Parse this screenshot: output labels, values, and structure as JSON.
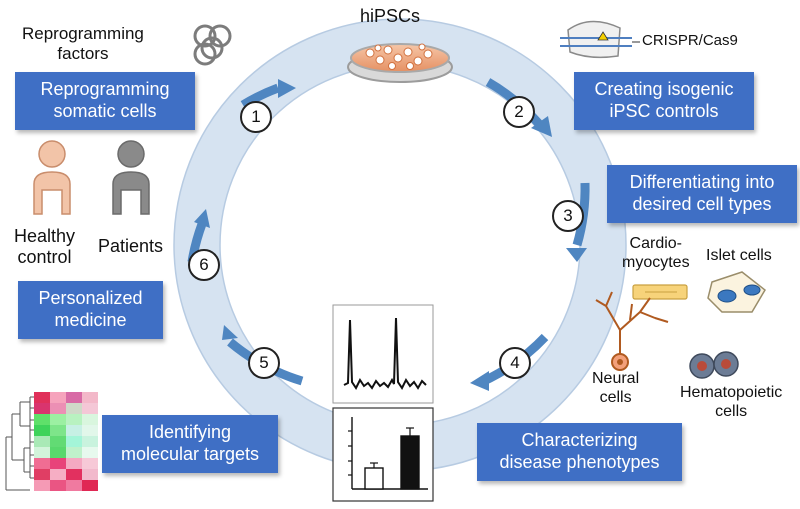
{
  "center": {
    "label": "hiPSCs"
  },
  "top_left": {
    "factors_label": "Reprogramming\nfactors"
  },
  "top_right": {
    "crispr_label": "CRISPR/Cas9"
  },
  "people": {
    "healthy_label": "Healthy\ncontrol",
    "patients_label": "Patients"
  },
  "cell_types": {
    "cardio_label": "Cardio-\nmyocytes",
    "islet_label": "Islet cells",
    "neural_label": "Neural\ncells",
    "hema_label": "Hematopoietic\ncells"
  },
  "boxes": {
    "reprogramming": "Reprogramming\nsomatic cells",
    "isogenic": "Creating isogenic\niPSC controls",
    "differentiating": "Differentiating into\ndesired cell types",
    "characterizing": "Characterizing\ndisease phenotypes",
    "identifying": "Identifying\nmolecular targets",
    "personalized": "Personalized\nmedicine"
  },
  "steps": [
    "1",
    "2",
    "3",
    "4",
    "5",
    "6"
  ],
  "colors": {
    "box_fill": "#3f6fc5",
    "ring_fill": "#dbe6f3",
    "arrow": "#4f86c1",
    "healthy_person": "#f2c4a8",
    "patient_person": "#8a8a8a"
  }
}
